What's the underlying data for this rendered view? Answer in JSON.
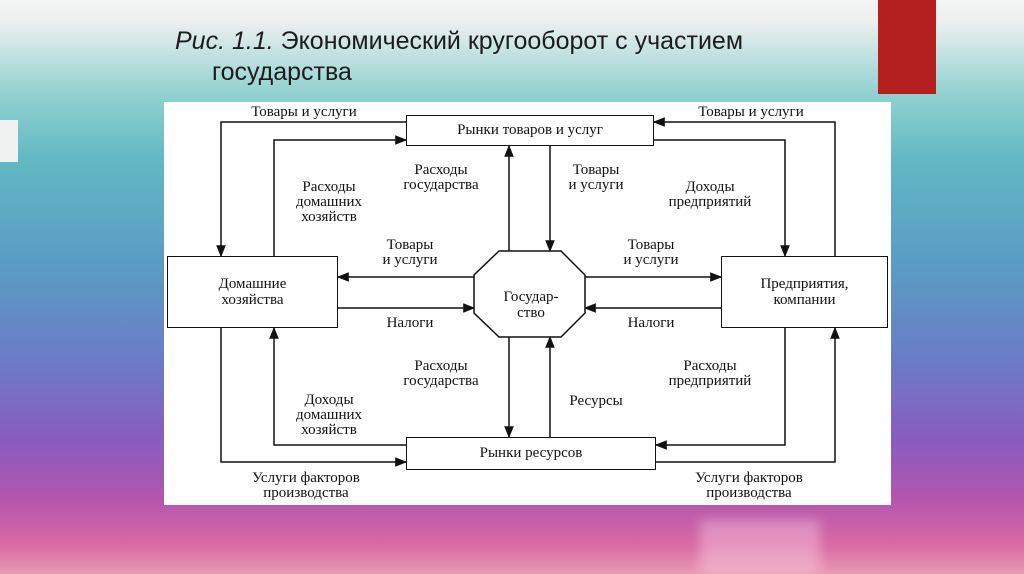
{
  "slide": {
    "title_fig": "Рис. 1.1.",
    "title_line1": "Экономический кругооборот с участием",
    "title_line2": "государства"
  },
  "diagram": {
    "nodes": {
      "goods_market": "Рынки товаров и услуг",
      "households": "Домашние\nхозяйства",
      "government": "Государ-\nство",
      "firms": "Предприятия,\nкомпании",
      "resource_market": "Рынки ресурсов"
    },
    "labels": {
      "goods_left_top": "Товары и услуги",
      "goods_right_top": "Товары и услуги",
      "hh_expenses": "Расходы\nдомашних\nхозяйств",
      "gov_expenses_top": "Расходы\nгосударства",
      "goods_to_gov": "Товары\nи услуги",
      "firm_revenue": "Доходы\nпредприятий",
      "goods_to_hh": "Товары\nи услуги",
      "goods_from_firms": "Товары\nи услуги",
      "taxes_left": "Налоги",
      "taxes_right": "Налоги",
      "gov_expenses_bottom": "Расходы\nгосударства",
      "resources": "Ресурсы",
      "firm_expenses": "Расходы\nпредприятий",
      "hh_income": "Доходы\nдомашних\nхозяйств",
      "factor_services_left": "Услуги факторов\nпроизводства",
      "factor_services_right": "Услуги факторов\nпроизводства"
    }
  }
}
